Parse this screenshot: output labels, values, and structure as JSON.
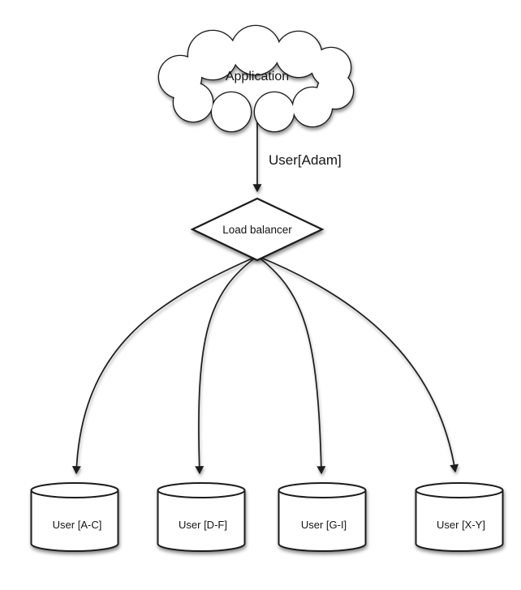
{
  "diagram": {
    "application": {
      "label": "Application",
      "shape": "cloud"
    },
    "request_edge": {
      "label": "User[Adam]"
    },
    "load_balancer": {
      "label": "Load balancer",
      "shape": "diamond"
    },
    "shards": [
      {
        "label": "User [A-C]",
        "shape": "database-cylinder"
      },
      {
        "label": "User [D-F]",
        "shape": "database-cylinder"
      },
      {
        "label": "User [G-I]",
        "shape": "database-cylinder"
      },
      {
        "label": "User [X-Y]",
        "shape": "database-cylinder"
      }
    ],
    "colors": {
      "stroke": "#1b1b1b",
      "fill": "#ffffff",
      "text": "#141414",
      "background": "#ffffff"
    }
  }
}
